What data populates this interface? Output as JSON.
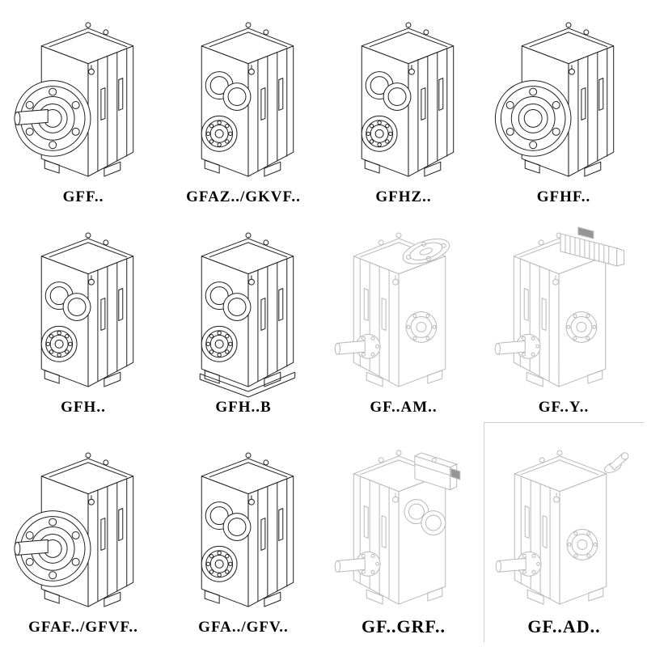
{
  "page": {
    "background": "#ffffff",
    "line_color": "#1f1f1f",
    "light_line_color": "#b8b8b8"
  },
  "grid": {
    "cells": [
      {
        "label": "GFF..",
        "variant": "flange-with-shaft",
        "style": "solid"
      },
      {
        "label": "GFAZ../GKVF..",
        "variant": "hollow-shaft-bores",
        "style": "solid"
      },
      {
        "label": "GFHZ..",
        "variant": "hollow-shaft-bores",
        "style": "solid"
      },
      {
        "label": "GFHF..",
        "variant": "flange-hollow",
        "style": "solid"
      },
      {
        "label": "GFH..",
        "variant": "hollow-shaft-bores",
        "style": "solid"
      },
      {
        "label": "GFH..B",
        "variant": "hollow-shaft-base",
        "style": "solid"
      },
      {
        "label": "GF..AM..",
        "variant": "motor-adapter-flange",
        "style": "light"
      },
      {
        "label": "GF..Y..",
        "variant": "with-motor",
        "style": "light"
      },
      {
        "label": "GFAF../GFVF..",
        "variant": "flange-with-shaft",
        "style": "solid"
      },
      {
        "label": "GFA../GFV..",
        "variant": "hollow-shaft-bores",
        "style": "solid"
      },
      {
        "label": "GF..GRF..",
        "variant": "top-adapter",
        "style": "light"
      },
      {
        "label": "GF..AD..",
        "variant": "input-shaft-adapter",
        "style": "light"
      }
    ]
  }
}
